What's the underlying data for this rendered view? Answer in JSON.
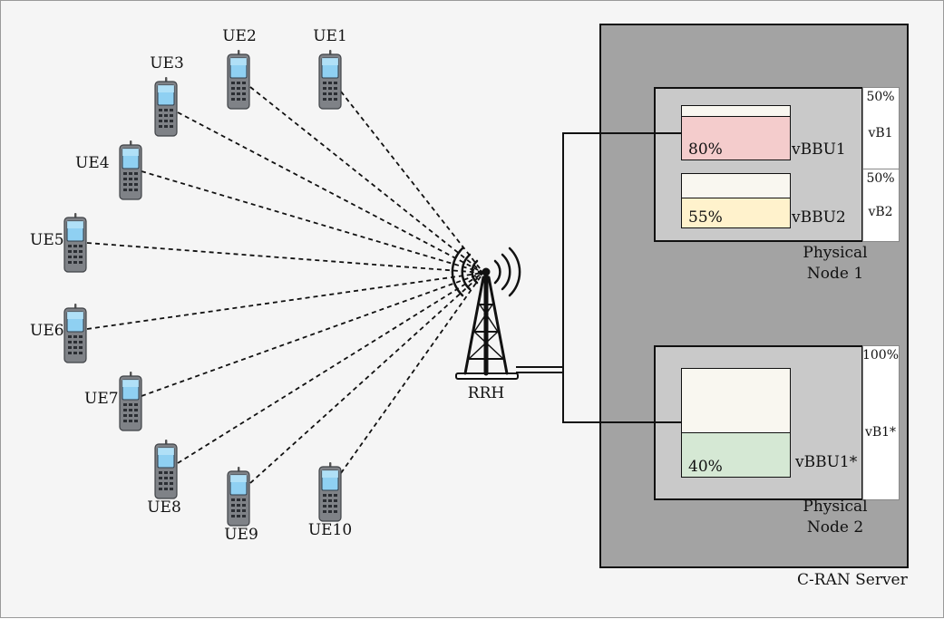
{
  "server": {
    "label": "C-RAN Server",
    "background": "#a3a3a3"
  },
  "rrh": {
    "label": "RRH"
  },
  "ues": [
    "UE1",
    "UE2",
    "UE3",
    "UE4",
    "UE5",
    "UE6",
    "UE7",
    "UE8",
    "UE9",
    "UE10"
  ],
  "node1": {
    "label_line1": "Physical",
    "label_line2": "Node 1",
    "vbbus": [
      {
        "name": "vBBU1",
        "utilization": "80%",
        "fraction": 0.8,
        "color": "#f4cccc"
      },
      {
        "name": "vBBU2",
        "utilization": "55%",
        "fraction": 0.55,
        "color": "#fff2cc"
      }
    ],
    "shares": [
      {
        "percent": "50%",
        "label": "vB1"
      },
      {
        "percent": "50%",
        "label": "vB2"
      }
    ]
  },
  "node2": {
    "label_line1": "Physical",
    "label_line2": "Node 2",
    "vbbus": [
      {
        "name": "vBBU1*",
        "utilization": "40%",
        "fraction": 0.4,
        "color": "#d5e8d4"
      }
    ],
    "shares": [
      {
        "percent": "100%",
        "label": "vB1*"
      }
    ]
  }
}
